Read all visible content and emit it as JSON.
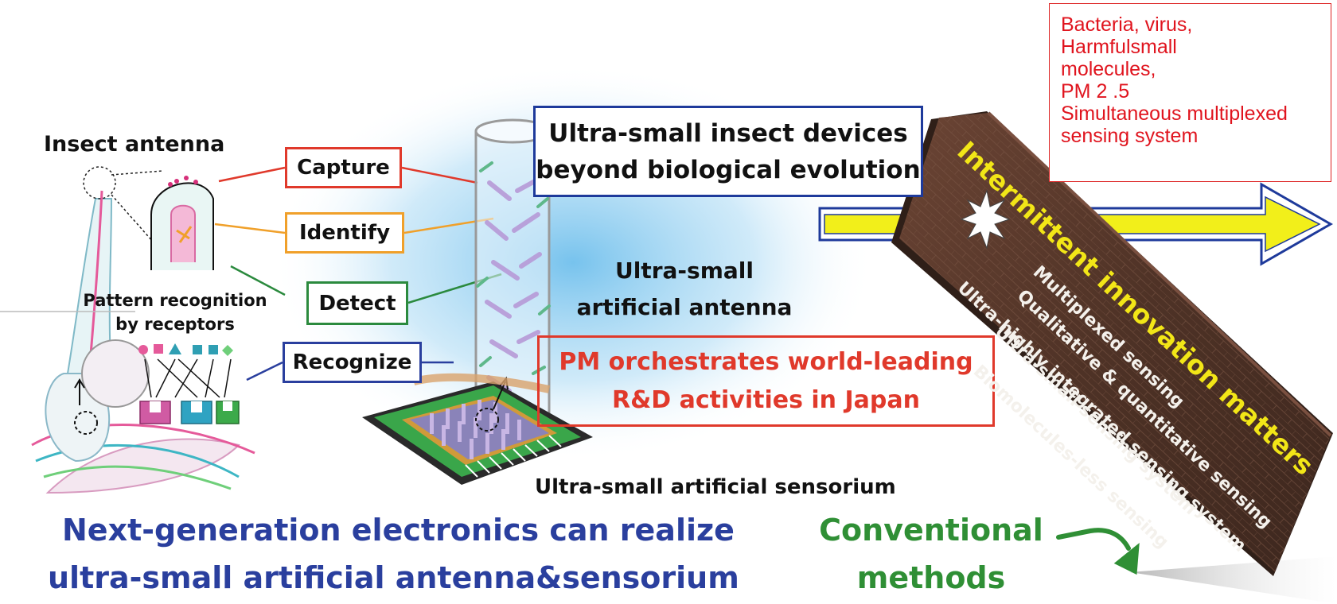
{
  "note": {
    "lines": [
      "Bacteria, virus,",
      "Harmfulsmall",
      "molecules,",
      "PM 2 .5",
      "Simultaneous multiplexed",
      "sensing system"
    ]
  },
  "insect": {
    "title": "Insect antenna",
    "pattern_line1": "Pattern recognition",
    "pattern_line2": "by receptors"
  },
  "steps": [
    {
      "label": "Capture",
      "color": "#e0392b"
    },
    {
      "label": "Identify",
      "color": "#f0a02a"
    },
    {
      "label": "Detect",
      "color": "#2b8a3e"
    },
    {
      "label": "Recognize",
      "color": "#2a3f9e"
    }
  ],
  "device_box": {
    "line1": "Ultra-small insect devices",
    "line2": "beyond biological evolution",
    "color": "#1e3a9b"
  },
  "antenna_label": {
    "line1": "Ultra-small",
    "line2": "artificial antenna"
  },
  "pm_box": {
    "line1": "PM orchestrates world-leading",
    "line2": "R&D activities in Japan",
    "color": "#e0392b"
  },
  "sensorium_label": "Ultra-small artificial sensorium",
  "bottom_left": {
    "line1": "Next-generation electronics can realize",
    "line2": "ultra-small artificial antenna&sensorium"
  },
  "conventional": {
    "line1": "Conventional",
    "line2": "methods",
    "color": "#2f8f35"
  },
  "wall": {
    "title": "Intermittent innovation matters",
    "items": [
      "Multiplexed sensing",
      "Qualitative & quantitative sensing",
      "Ultra-small sensing system",
      "Ultra-highly integrated sensing system",
      "Biomolecules-less sensing"
    ]
  },
  "colors": {
    "arrow_fill": "#f2ef1a",
    "arrow_outline": "#1e3a9b",
    "wall": "#5a3a2c",
    "accent_blue": "#2a3f9e"
  }
}
